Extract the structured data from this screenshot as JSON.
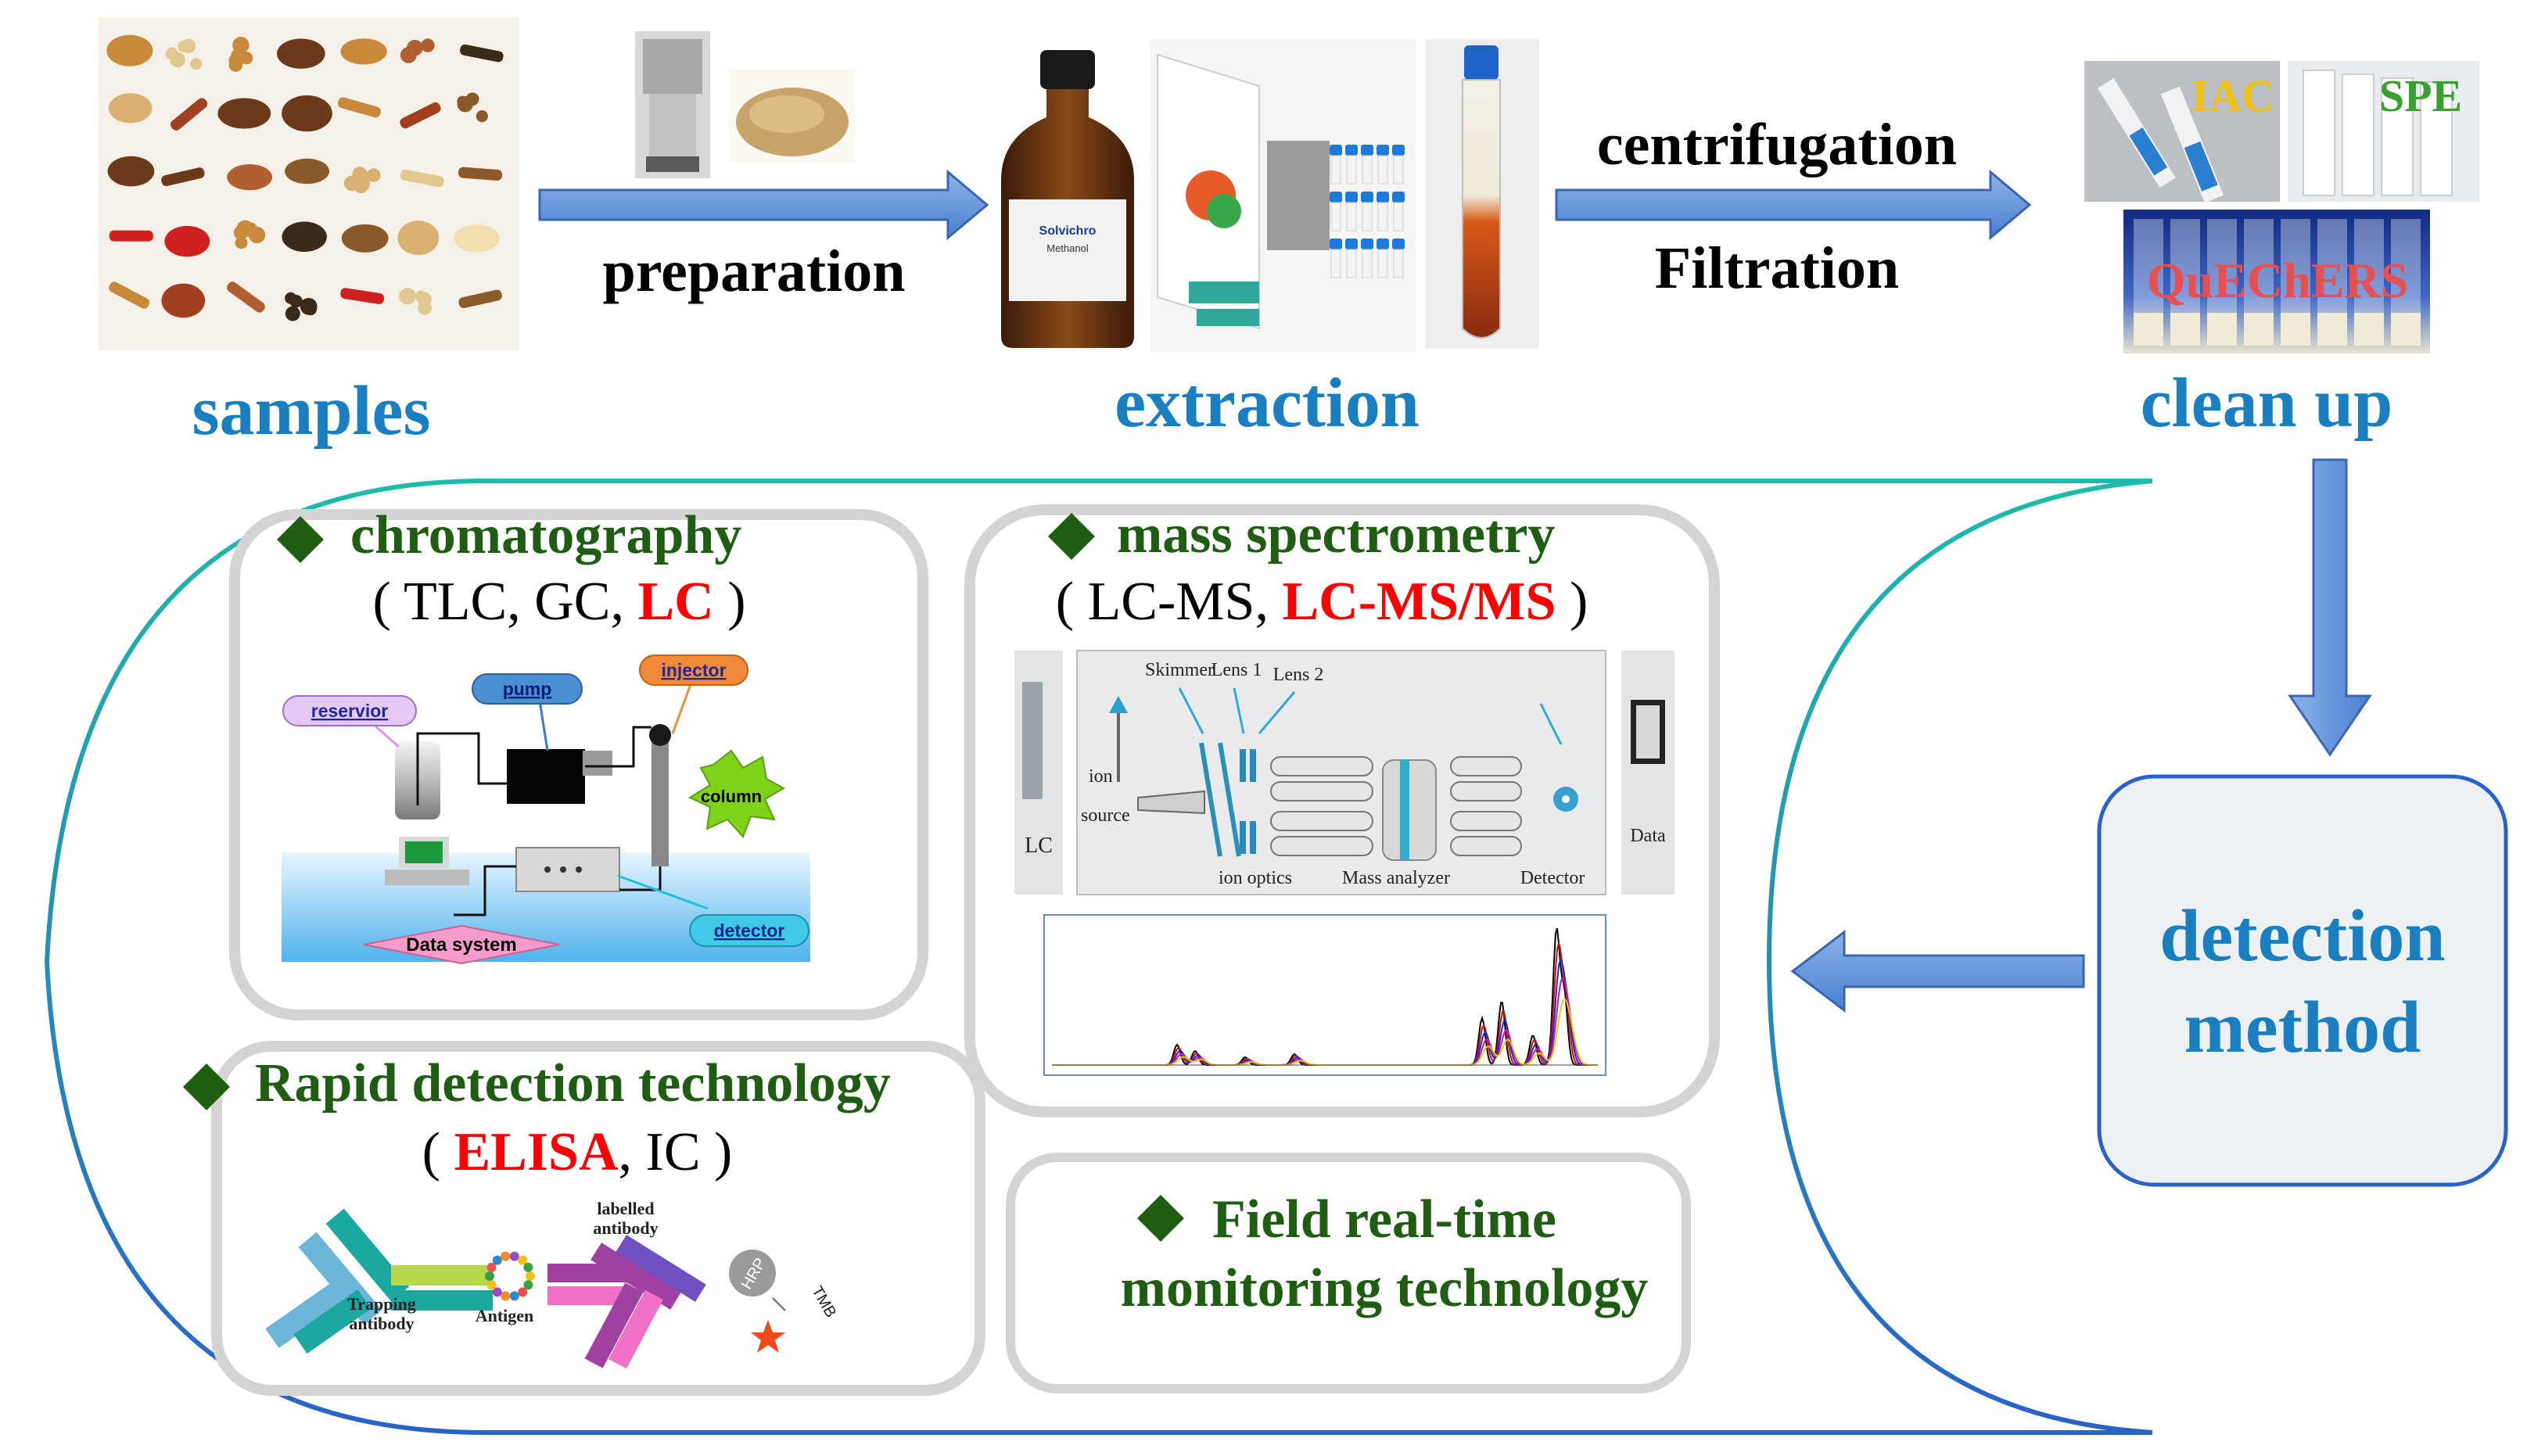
{
  "workflow": {
    "samples_label": "samples",
    "preparation_label": "preparation",
    "extraction_label": "extraction",
    "centrifugation_label": "centrifugation",
    "filtration_label": "Filtration",
    "cleanup_label": "clean up",
    "cleanup_kits": {
      "iac": "IAC",
      "spe": "SPE",
      "quechers": "QuEChERS"
    },
    "reagent_bottle_label": "Solvichro",
    "reagent_bottle_sublabel": "Methanol"
  },
  "detection_method": {
    "line1": "detection",
    "line2": "method"
  },
  "chromatography": {
    "title": "chromatography",
    "methods_open": "( TLC, GC, ",
    "methods_highlight": "LC",
    "methods_close": " )",
    "diagram": {
      "reservior": "reservior",
      "pump": "pump",
      "injector": "injector",
      "column": "column",
      "detector": "detector",
      "data_system": "Data system"
    }
  },
  "mass_spectrometry": {
    "title": "mass spectrometry",
    "methods_open": "( LC-MS, ",
    "methods_highlight": "LC-MS/MS",
    "methods_close": " )",
    "diagram": {
      "skimmer": "Skimmer",
      "lens1": "Lens 1",
      "lens2": "Lens 2",
      "ion_source_1": "ion",
      "ion_source_2": "source",
      "ion_optics": "ion optics",
      "mass_analyzer": "Mass analyzer",
      "detector": "Detector",
      "lc": "LC",
      "data": "Data"
    }
  },
  "rapid_detection": {
    "title": "Rapid detection technology",
    "methods_open": "( ",
    "methods_highlight": "ELISA",
    "methods_close": ", IC )",
    "diagram": {
      "labelled_antibody_1": "labelled",
      "labelled_antibody_2": "antibody",
      "trapping_antibody_1": "Trapping",
      "trapping_antibody_2": "antibody",
      "antigen": "Antigen",
      "hrp": "HRP",
      "tmb": "TMB"
    }
  },
  "field_monitoring": {
    "line1": "Field real-time",
    "line2": "monitoring technology"
  },
  "colors": {
    "blue_heading": "#1a7fc1",
    "green_heading": "#1f5e12",
    "red_highlight": "#ff0000",
    "arrow_fill": "#5b8fd6",
    "arrow_stroke": "#3a66b0",
    "panel_border": "#d4d4d4",
    "bracket_teal": "#1dbba8",
    "bracket_blue": "#2a62c8"
  }
}
